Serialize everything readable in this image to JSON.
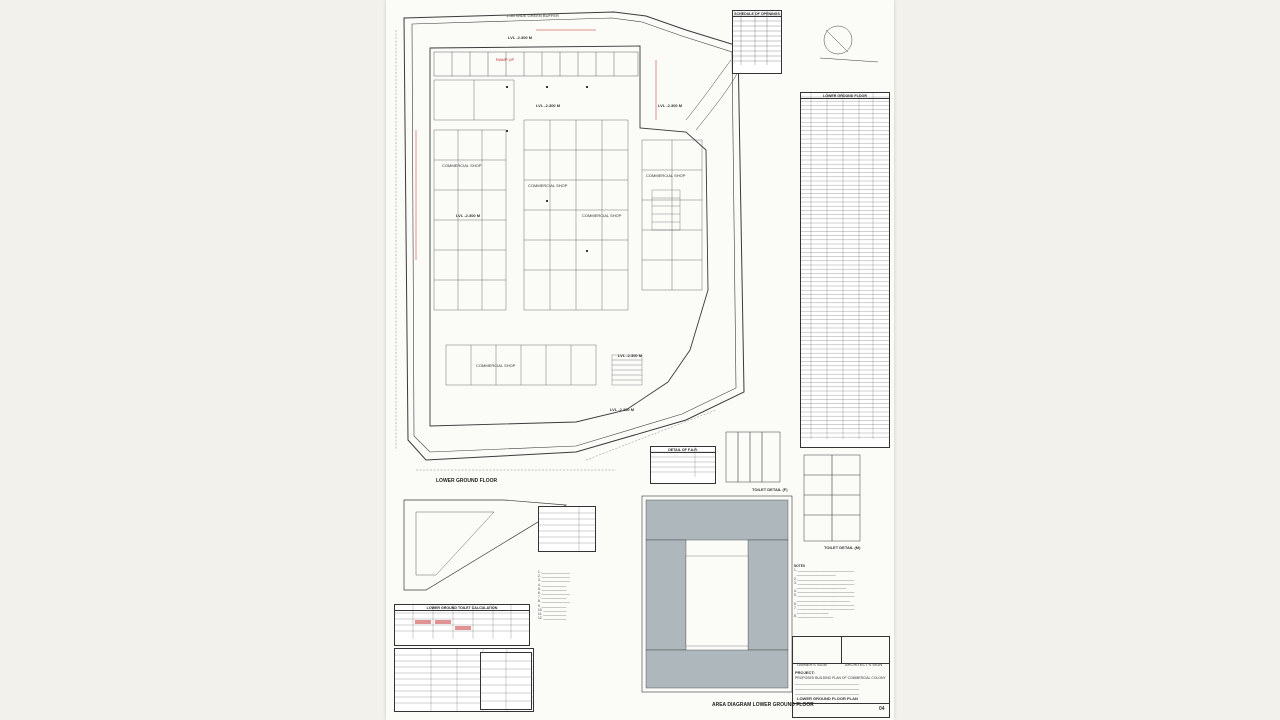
{
  "drawing": {
    "schedule_title": "SCHEDULE OF OPENINGS",
    "lower_ground_table_title": "LOWER GROUND FLOOR",
    "labels": {
      "lower_ground_floor": "LOWER GROUND FLOOR",
      "area_diagram": "AREA DIAGRAM LOWER GROUND FLOOR",
      "toilet_detail_1": "TOILET DETAIL (F)",
      "toilet_detail_2": "TOILET DETAIL (M)",
      "lvl_1": "LVL -2.300 M",
      "lvl_2": "LVL -2.300 M",
      "lvl_3": "LVL -2.300 M",
      "lvl_4": "LVL -2.300 M",
      "lvl_5": "LVL -2.300 M",
      "lvl_6": "LVL -2.300 M",
      "ground_buffer": "1.5M WIDE GREEN BUFFER",
      "ramp": "RAMP UP",
      "commercial": "COMMERCIAL SHOP",
      "detail_title": "DETAIL OF F.A.R."
    },
    "toilet_calc_title": "LOWER GROUND TOILET CALCULATION",
    "notes_title": "NOTES",
    "stamp": {
      "owners_sign": "OWNER'S SIGN",
      "architects_sign": "ARCHITECT'S SIGN",
      "project_label": "PROJECT:",
      "project_desc": "PROPOSED BUILDING PLAN OF COMMERCIAL COLONY",
      "title": "LOWER GROUND FLOOR PLAN",
      "sheet_no": "04"
    },
    "colors": {
      "line": "#3a3a3a",
      "red": "#c42a2a",
      "shade": "#aeb7bb"
    }
  }
}
